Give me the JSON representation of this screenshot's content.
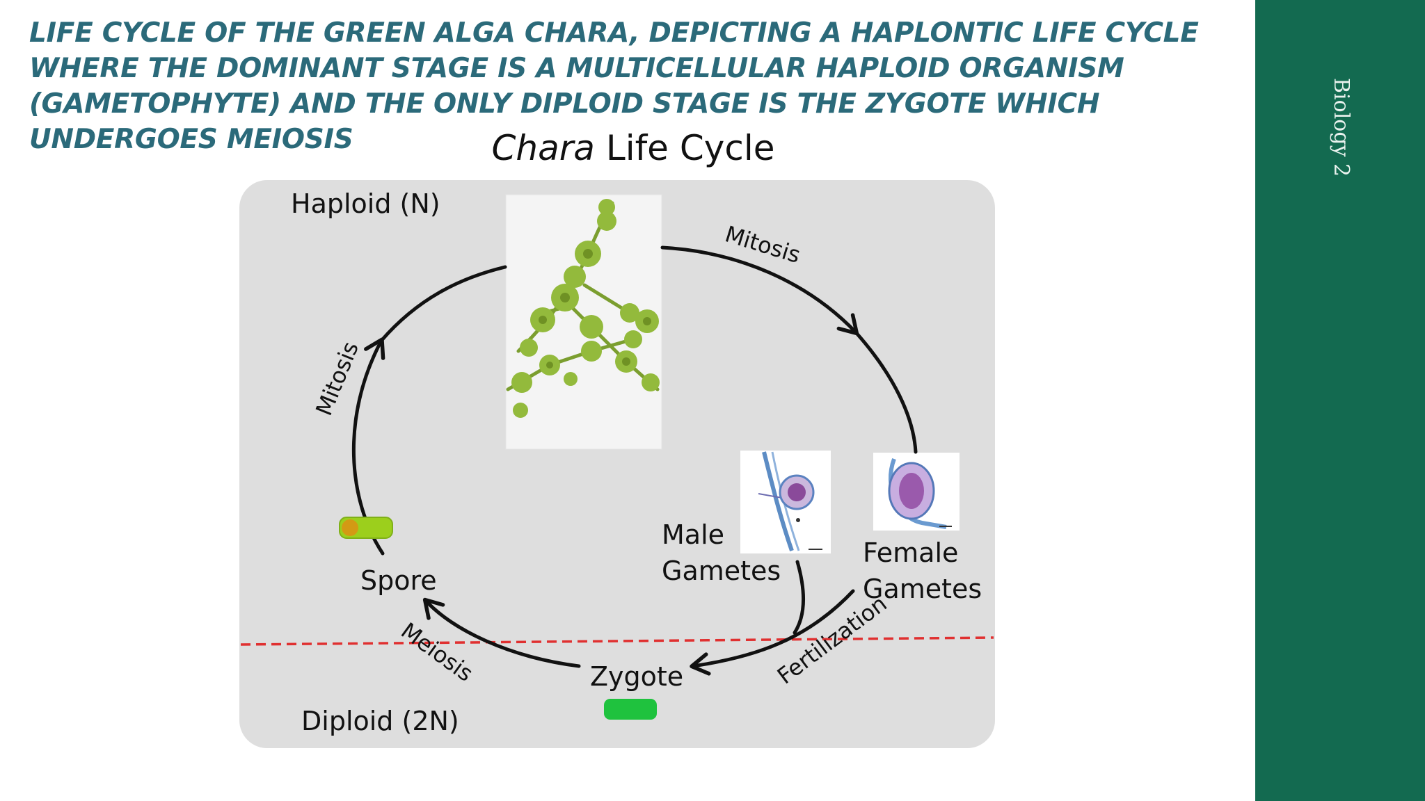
{
  "slide": {
    "title": "LIFE CYCLE OF THE GREEN ALGA CHARA, DEPICTING A HAPLONTIC LIFE CYCLE WHERE THE DOMINANT STAGE IS A MULTICELLULAR HAPLOID ORGANISM (GAMETOPHYTE) AND THE ONLY DIPLOID STAGE IS THE ZYGOTE WHICH UNDERGOES MEIOSIS",
    "sidebar_label": "Biology 2"
  },
  "diagram": {
    "title_italic": "Chara",
    "title_rest": " Life Cycle",
    "haploid_label": "Haploid (N)",
    "diploid_label": "Diploid (2N)",
    "stages": {
      "spore": "Spore",
      "zygote": "Zygote",
      "male_line1": "Male",
      "male_line2": "Gametes",
      "female_line1": "Female",
      "female_line2": "Gametes"
    },
    "processes": {
      "mitosis_top": "Mitosis",
      "mitosis_left": "Mitosis",
      "meiosis": "Meiosis",
      "fertilization": "Fertilization"
    },
    "colors": {
      "panel": "#dedede",
      "arrow": "#111111",
      "ploidy_line": "#e03030",
      "spore_cell": "#9ccf1c",
      "spore_nucleus": "#d39a14",
      "zygote_cell": "#1fc23e",
      "title_color": "#2b6a7a",
      "sidebar": "#136a50"
    }
  }
}
